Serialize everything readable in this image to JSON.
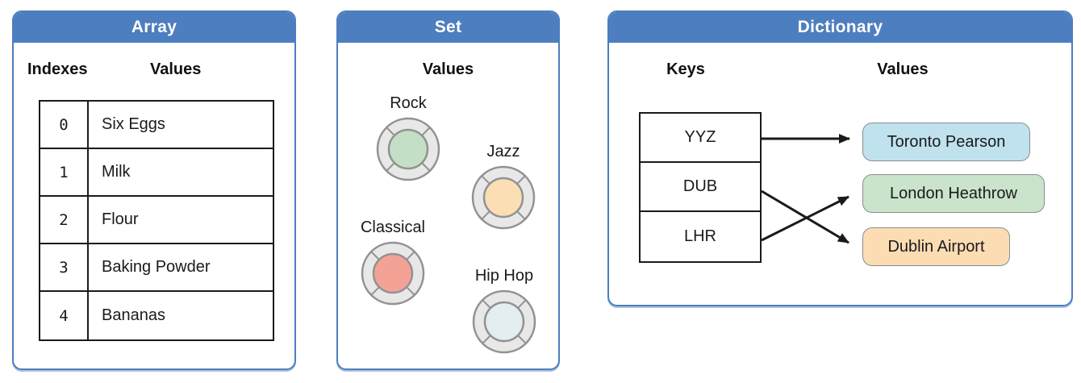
{
  "colors": {
    "accent_blue": "#4d7ebf",
    "diagram_border": "#1a1a1a",
    "ring_fill": "#e8e8e8",
    "ring_stroke": "#929292",
    "pill_border": "#8c8c8c"
  },
  "array": {
    "title": "Array",
    "indexes_header": "Indexes",
    "values_header": "Values",
    "rows": [
      {
        "index": "0",
        "value": "Six Eggs"
      },
      {
        "index": "1",
        "value": "Milk"
      },
      {
        "index": "2",
        "value": "Flour"
      },
      {
        "index": "3",
        "value": "Baking Powder"
      },
      {
        "index": "4",
        "value": "Bananas"
      }
    ]
  },
  "set": {
    "title": "Set",
    "values_header": "Values",
    "items": [
      {
        "label": "Rock",
        "color": "#c3e0c6"
      },
      {
        "label": "Jazz",
        "color": "#fcdeb5"
      },
      {
        "label": "Classical",
        "color": "#f4a295"
      },
      {
        "label": "Hip Hop",
        "color": "#e2eef0"
      }
    ]
  },
  "dictionary": {
    "title": "Dictionary",
    "keys_header": "Keys",
    "values_header": "Values",
    "keys": [
      "YYZ",
      "DUB",
      "LHR"
    ],
    "values": [
      {
        "label": "Toronto Pearson",
        "color": "#bfe2ee"
      },
      {
        "label": "London Heathrow",
        "color": "#c9e4cb"
      },
      {
        "label": "Dublin Airport",
        "color": "#fcdcb3"
      }
    ],
    "mappings": [
      {
        "key": "YYZ",
        "value": "Toronto Pearson"
      },
      {
        "key": "DUB",
        "value": "Dublin Airport"
      },
      {
        "key": "LHR",
        "value": "London Heathrow"
      }
    ]
  }
}
